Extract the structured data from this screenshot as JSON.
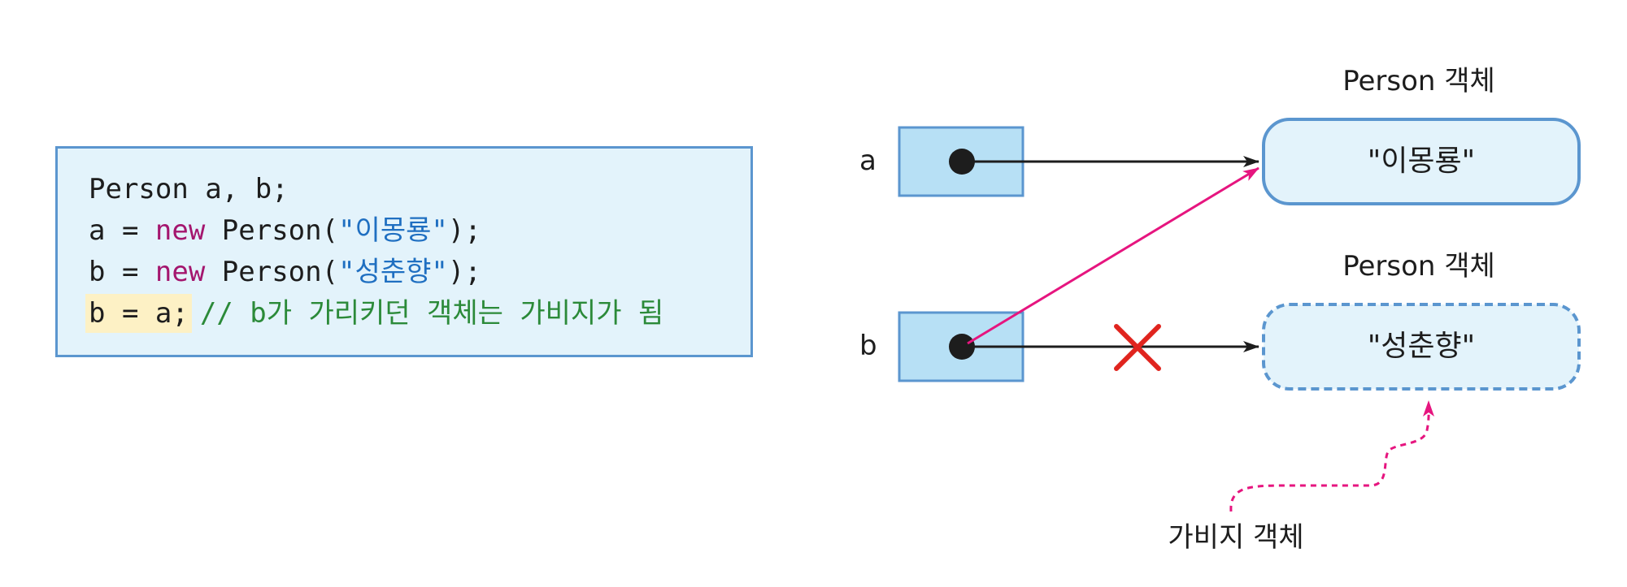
{
  "code": {
    "line1": "Person a, b;",
    "line2_prefix": "a = ",
    "line2_keyword": "new",
    "line2_middle": " Person(",
    "line2_string": "\"이몽룡\"",
    "line2_suffix": ");",
    "line3_prefix": "b = ",
    "line3_keyword": "new",
    "line3_middle": " Person(",
    "line3_string": "\"성춘향\"",
    "line3_suffix": ");",
    "line4_highlight": "b = a;",
    "line4_comment": "// b가 가리키던 객체는 가비지가 됨"
  },
  "diagram": {
    "var_a": "a",
    "var_b": "b",
    "object1_caption": "Person 객체",
    "object1_value": "\"이몽룡\"",
    "object2_caption": "Person 객체",
    "object2_value": "\"성춘향\"",
    "garbage_label": "가비지 객체"
  },
  "colors": {
    "code_bg": "#e3f3fb",
    "code_border": "#5b96cf",
    "keyword": "#a4166e",
    "string": "#1f6fc1",
    "comment": "#2b8a39",
    "highlight": "#fdf1c5",
    "ref_box_fill": "#b7e0f5",
    "object_fill": "#e3f3fb",
    "object_border": "#5b96cf",
    "new_reference_arrow": "#e6157f",
    "cross_mark": "#e0241e"
  }
}
